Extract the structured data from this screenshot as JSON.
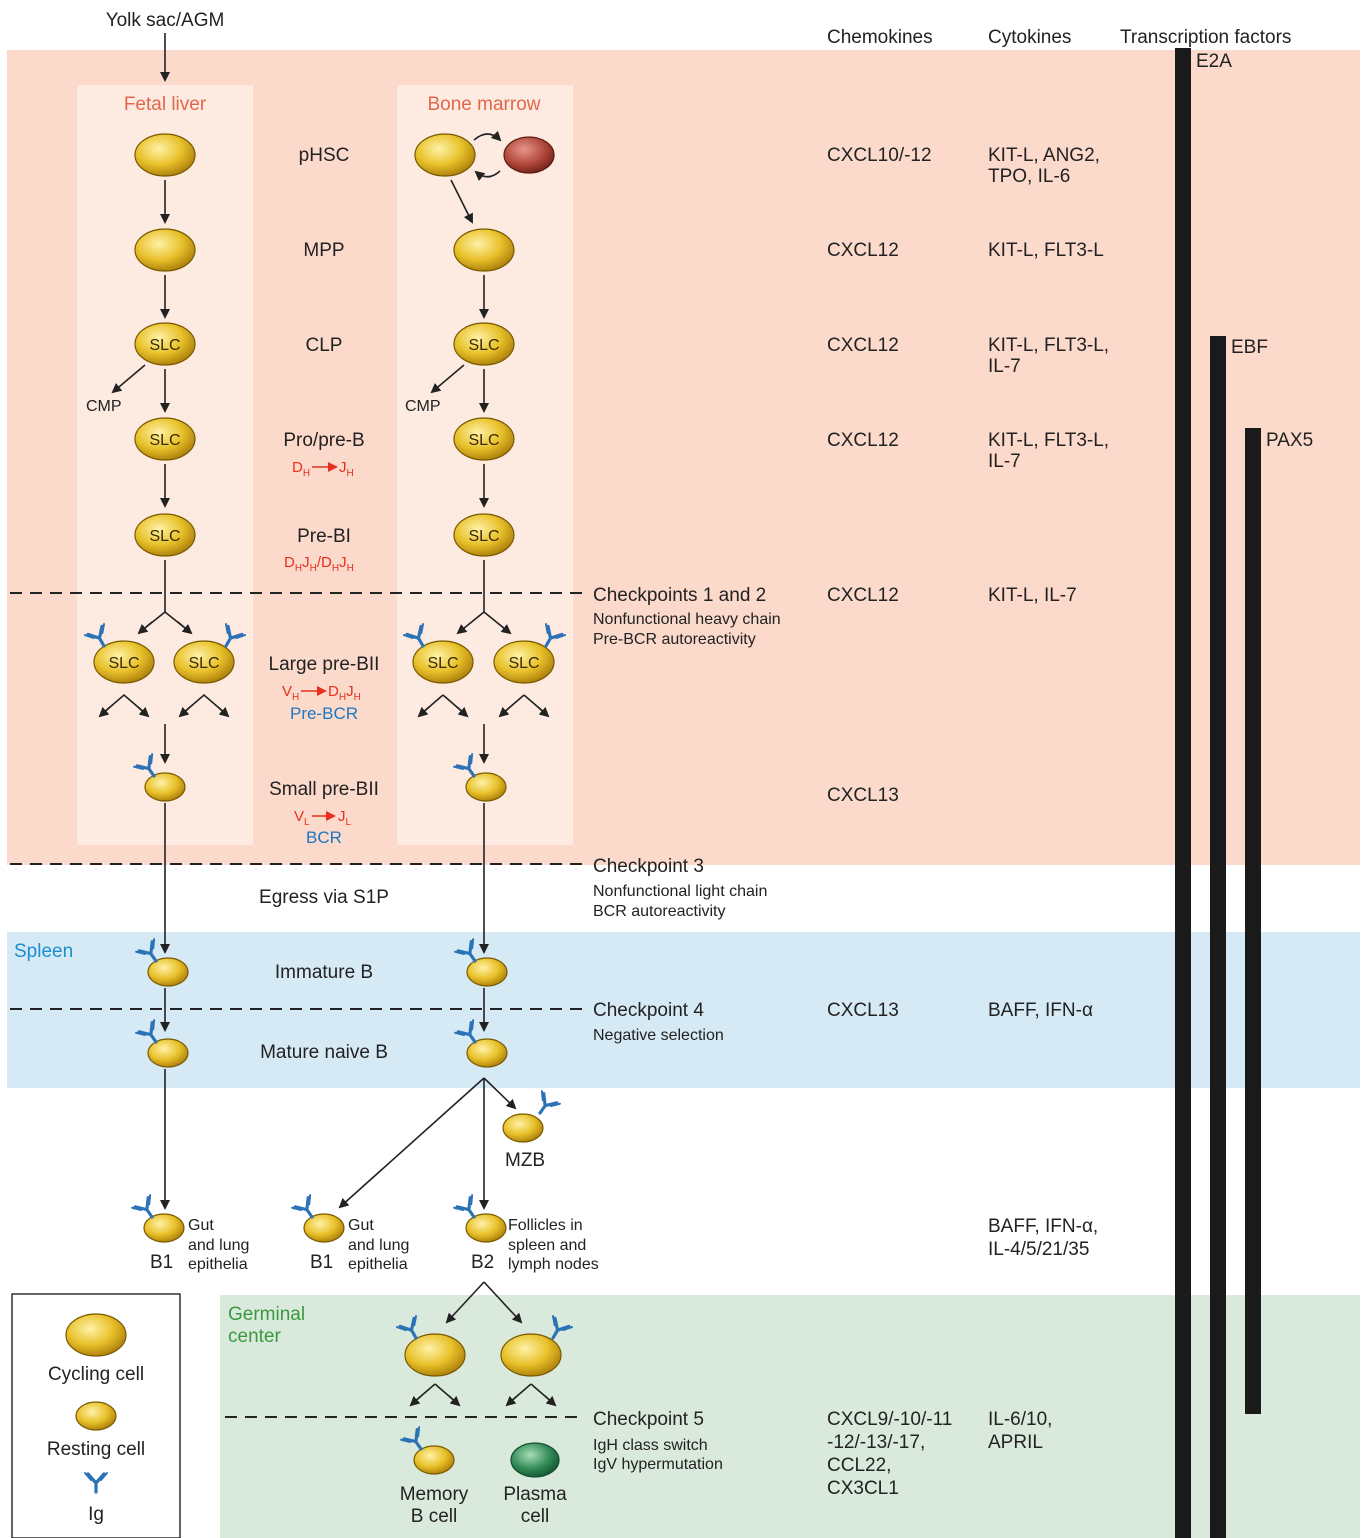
{
  "header": {
    "origin": "Yolk sac/AGM",
    "chemokines": "Chemokines",
    "cytokines": "Cytokines",
    "transcription_factors": "Transcription factors"
  },
  "regions": {
    "fetal_liver": "Fetal liver",
    "bone_marrow": "Bone marrow",
    "spleen": "Spleen",
    "germinal_center_line1": "Germinal",
    "germinal_center_line2": "center"
  },
  "colors": {
    "bone_marrow_band": "#fbd9cb",
    "column_box": "#fdebe2",
    "spleen_band": "#d6eaf5",
    "germinal_band": "#d9e9dc",
    "cell_yellow": "#e8c12a",
    "cell_red": "#b0473a",
    "plasma_green": "#2f8a55",
    "ig_blue": "#2b73b6",
    "rearrangement_red": "#e8301e",
    "bcr_blue": "#1a78c2",
    "fetal_label": "#e2674a",
    "spleen_label": "#1a8ed0",
    "germinal_label": "#3a9a3e"
  },
  "stages": {
    "phsc": "pHSC",
    "mpp": "MPP",
    "clp": "CLP",
    "pro_pre_b": "Pro/pre-B",
    "pre_bi": "Pre-BI",
    "large_pre_bii": "Large pre-BII",
    "pre_bcr": "Pre-BCR",
    "small_pre_bii": "Small pre-BII",
    "bcr": "BCR",
    "egress": "Egress via S1P",
    "immature_b": "Immature B",
    "mature_naive_b": "Mature naive B",
    "slc": "SLC",
    "cmp": "CMP",
    "mzb": "MZB",
    "b1": "B1",
    "b2": "B2",
    "gut_1": "Gut",
    "gut_2": "and lung",
    "gut_3": "epithelia",
    "foll_1": "Follicles in",
    "foll_2": "spleen and",
    "foll_3": "lymph nodes",
    "memory_1": "Memory",
    "memory_2": "B cell",
    "plasma_1": "Plasma",
    "plasma_2": "cell"
  },
  "rearrangements": {
    "dh": "D",
    "h": "H",
    "jh": "J",
    "vh": "V",
    "vl": "V",
    "l": "L",
    "jl": "J",
    "slash": "/"
  },
  "checkpoints": {
    "cp12_title": "Checkpoints 1 and 2",
    "cp12_line1": "Nonfunctional heavy chain",
    "cp12_line2": "Pre-BCR autoreactivity",
    "cp3_title": "Checkpoint 3",
    "cp3_line1": "Nonfunctional light chain",
    "cp3_line2": "BCR autoreactivity",
    "cp4_title": "Checkpoint 4",
    "cp4_line1": "Negative selection",
    "cp5_title": "Checkpoint 5",
    "cp5_line1": "IgH class switch",
    "cp5_line2": "IgV hypermutation"
  },
  "chemokines": {
    "phsc": "CXCL10/-12",
    "mpp": "CXCL12",
    "clp": "CXCL12",
    "pro_pre_b": "CXCL12",
    "cp12": "CXCL12",
    "small_pre_bii": "CXCL13",
    "cp4": "CXCL13",
    "gc_1": "CXCL9/-10/-11",
    "gc_2": "-12/-13/-17,",
    "gc_3": "CCL22,",
    "gc_4": "CX3CL1"
  },
  "cytokines": {
    "phsc_1": "KIT-L, ANG2,",
    "phsc_2": "TPO, IL-6",
    "mpp": "KIT-L, FLT3-L",
    "clp_1": "KIT-L, FLT3-L,",
    "clp_2": "IL-7",
    "pro_1": "KIT-L, FLT3-L,",
    "pro_2": "IL-7",
    "cp12": "KIT-L, IL-7",
    "cp4": "BAFF, IFN-α",
    "b2_1": "BAFF, IFN-α,",
    "b2_2": "IL-4/5/21/35",
    "gc_1": "IL-6/10,",
    "gc_2": "APRIL"
  },
  "transcription_factors": {
    "e2a": "E2A",
    "ebf": "EBF",
    "pax5": "PAX5"
  },
  "legend": {
    "cycling": "Cycling cell",
    "resting": "Resting cell",
    "ig": "Ig"
  }
}
